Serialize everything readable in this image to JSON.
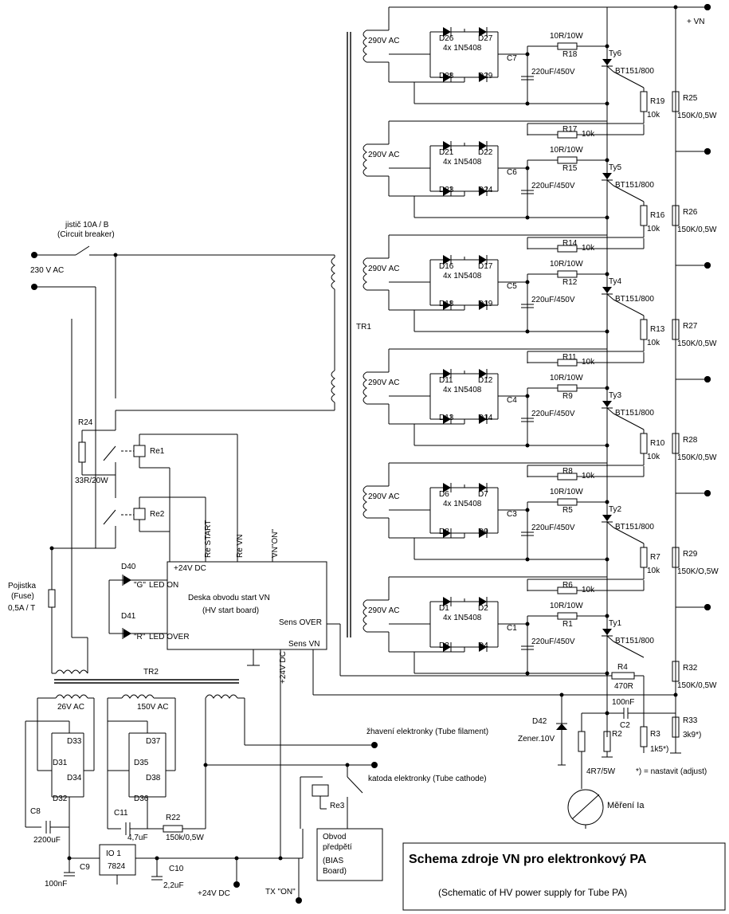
{
  "title": {
    "main": "Schema zdroje VN pro elektronkový PA",
    "sub": "(Schematic of HV power supply for Tube PA)"
  },
  "mains": {
    "voltage": "230 V AC",
    "breaker": "jistič 10A / B",
    "breaker_en": "(Circuit breaker)",
    "fuse": "Pojistka",
    "fuse_en": "(Fuse)",
    "fuse_value": "0,5A / T"
  },
  "transformers": {
    "tr1": "TR1",
    "tr2": "TR2"
  },
  "output": {
    "plus_vn": "+ VN"
  },
  "stages": [
    {
      "ac": "290V AC",
      "d1": "D26",
      "d2": "D27",
      "d3": "D28",
      "d4": "D29",
      "bridge": "4x 1N5408",
      "cap": "C7",
      "cap_val": "220uF/450V",
      "rs": "R18",
      "rs_val": "10R/10W",
      "gate_r": "",
      "gate_r_val": "",
      "ty": "Ty6",
      "ty_val": "BT151/800",
      "rg": "R19",
      "rg_val": "10k",
      "rdiv": "R25",
      "rdiv_val": "150K/0,5W"
    },
    {
      "ac": "290V AC",
      "d1": "D21",
      "d2": "D22",
      "d3": "D23",
      "d4": "D24",
      "bridge": "4x 1N5408",
      "cap": "C6",
      "cap_val": "220uF/450V",
      "rs": "R15",
      "rs_val": "10R/10W",
      "gate_r": "R17",
      "gate_r_val": "10k",
      "ty": "Ty5",
      "ty_val": "BT151/800",
      "rg": "R16",
      "rg_val": "10k",
      "rdiv": "R26",
      "rdiv_val": "150K/0,5W"
    },
    {
      "ac": "290V AC",
      "d1": "D16",
      "d2": "D17",
      "d3": "D18",
      "d4": "D19",
      "bridge": "4x 1N5408",
      "cap": "C5",
      "cap_val": "220uF/450V",
      "rs": "R12",
      "rs_val": "10R/10W",
      "gate_r": "R14",
      "gate_r_val": "10k",
      "ty": "Ty4",
      "ty_val": "BT151/800",
      "rg": "R13",
      "rg_val": "10k",
      "rdiv": "R27",
      "rdiv_val": "150K/0,5W"
    },
    {
      "ac": "290V AC",
      "d1": "D11",
      "d2": "D12",
      "d3": "D13",
      "d4": "D14",
      "bridge": "4x 1N5408",
      "cap": "C4",
      "cap_val": "220uF/450V",
      "rs": "R9",
      "rs_val": "10R/10W",
      "gate_r": "R11",
      "gate_r_val": "10k",
      "ty": "Ty3",
      "ty_val": "BT151/800",
      "rg": "R10",
      "rg_val": "10k",
      "rdiv": "R28",
      "rdiv_val": "150K/0,5W"
    },
    {
      "ac": "290V AC",
      "d1": "D6",
      "d2": "D7",
      "d3": "D8",
      "d4": "D9",
      "bridge": "4x 1N5408",
      "cap": "C3",
      "cap_val": "220uF/450V",
      "rs": "R5",
      "rs_val": "10R/10W",
      "gate_r": "R8",
      "gate_r_val": "10k",
      "ty": "Ty2",
      "ty_val": "BT151/800",
      "rg": "R7",
      "rg_val": "10k",
      "rdiv": "R29",
      "rdiv_val": "150K/O,5W"
    },
    {
      "ac": "290V AC",
      "d1": "D1",
      "d2": "D2",
      "d3": "D3",
      "d4": "D4",
      "bridge": "4x 1N5408",
      "cap": "C1",
      "cap_val": "220uF/450V",
      "rs": "R1",
      "rs_val": "10R/10W",
      "gate_r": "R6",
      "gate_r_val": "10k",
      "ty": "Ty1",
      "ty_val": "BT151/800",
      "rg": "",
      "rg_val": "",
      "rdiv": "R32",
      "rdiv_val": "150K/0,5W"
    }
  ],
  "relays": {
    "r24": "R24",
    "r24_val": "33R/20W",
    "re1": "Re1",
    "re2": "Re2",
    "re3": "Re3"
  },
  "board": {
    "title": "Deska obvodu start VN",
    "title_en": "(HV start board)",
    "pin_24v": "+24V DC",
    "pin_restart": "Re START",
    "pin_revn": "Re VN",
    "pin_vnon": "VN\"ON\"",
    "pin_ledon": "LED ON",
    "pin_ledover": "LED OVER",
    "pin_sensover": "Sens OVER",
    "pin_sensvn": "Sens VN",
    "pin_24v_b": "+24V DC",
    "d40": "D40",
    "d40_col": "\"G\"",
    "d41": "D41",
    "d41_col": "\"R\""
  },
  "meter": {
    "r4": "R4",
    "r4_val": "470R",
    "d42": "D42",
    "d42_val": "Zener.10V",
    "c2": "C2",
    "c2_val": "100nF",
    "r2": "R2",
    "r2_val": "4R7/5W",
    "r3": "R3",
    "r3_val": "1k5*)",
    "r33": "R33",
    "r33_val": "3k9*)",
    "adjust_note": "*) = nastavit (adjust)",
    "label": "Měření Ia"
  },
  "low_voltage": {
    "ac26": "26V AC",
    "ac150": "150V AC",
    "d31": "D31",
    "d32": "D32",
    "d33": "D33",
    "d34": "D34",
    "d35": "D35",
    "d36": "D36",
    "d37": "D37",
    "d38": "D38",
    "c8": "C8",
    "c8_val": "2200uF",
    "c9": "C9",
    "c9_val": "100nF",
    "c10": "C10",
    "c10_val": "2,2uF",
    "c11": "C11",
    "c11_val": "4,7uF",
    "r22": "R22",
    "r22_val": "150k/0,5W",
    "io1": "IO 1",
    "io1_val": "7824",
    "v24": "+24V DC",
    "tx_on": "TX \"ON\"",
    "filament": "žhavení elektronky  (Tube filament)",
    "cathode": "katoda elektronky  (Tube cathode)",
    "bias1": "Obvod",
    "bias2": "předpětí",
    "bias3": "(BIAS",
    "bias4": "Board)"
  }
}
